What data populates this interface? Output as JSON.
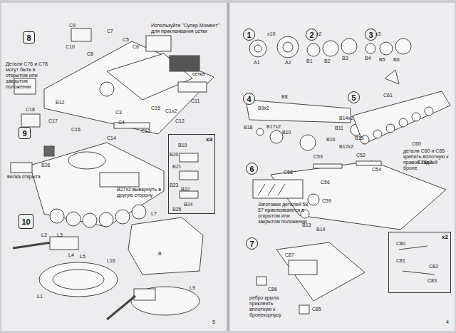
{
  "diagram": {
    "nodes": [
      {
        "text": [
          "8"
        ]
      },
      {
        "text": [
          "9"
        ]
      },
      {
        "text": [
          "x3"
        ]
      },
      {
        "text": [
          "10"
        ]
      },
      {
        "text": [
          "1"
        ]
      },
      {
        "text": [
          "2"
        ]
      },
      {
        "text": [
          "3"
        ]
      },
      {
        "text": [
          "4"
        ]
      },
      {
        "text": [
          "5"
        ]
      },
      {
        "text": [
          "6"
        ]
      },
      {
        "text": [
          "x2"
        ]
      },
      {
        "text": [
          "7"
        ]
      }
    ],
    "labels": [
      "Используйте \"Супер Момент\" для приклеивания сетки",
      "C9",
      "C10",
      "C8",
      "C7",
      "C5",
      "C6",
      "сетка",
      "C11",
      "C12",
      "C13",
      "C14",
      "C15",
      "C3",
      "C4",
      "C16",
      "C17",
      "C18",
      "B12",
      "C1x2",
      "Детали C76 и C78 могут быть в открытом или закрытом положении",
      "B19",
      "B20",
      "B21",
      "B23",
      "B22",
      "B24",
      "B25",
      "B27x2 вывернуть в другую сторону",
      "вилка открыта",
      "B26",
      "L2",
      "L3",
      "L4",
      "L5",
      "L1",
      "L16",
      "L7",
      "B",
      "L9",
      "5",
      "x10",
      "A1",
      "A2",
      "x2",
      "B1",
      "B2",
      "B3",
      "x3",
      "B4",
      "B5",
      "B6",
      "B8",
      "B9x2",
      "B18",
      "B17x2",
      "B10",
      "B11",
      "B14x2",
      "B16",
      "B15",
      "B12x2",
      "C61",
      "C60",
      "детали C60 и C65 крепить вплотную к правой задней броне",
      "C53",
      "C52",
      "C54",
      "C78x2",
      "C56",
      "C58",
      "Заготовки деталей 58, 57 приклеиваются в открытом или закрытом положении",
      "C59",
      "B13",
      "B14",
      "C80",
      "C81",
      "C82",
      "C83",
      "C87",
      "C86",
      "ребро крыла приклеить вплотную к бронекорпусу",
      "C85",
      "4"
    ]
  }
}
